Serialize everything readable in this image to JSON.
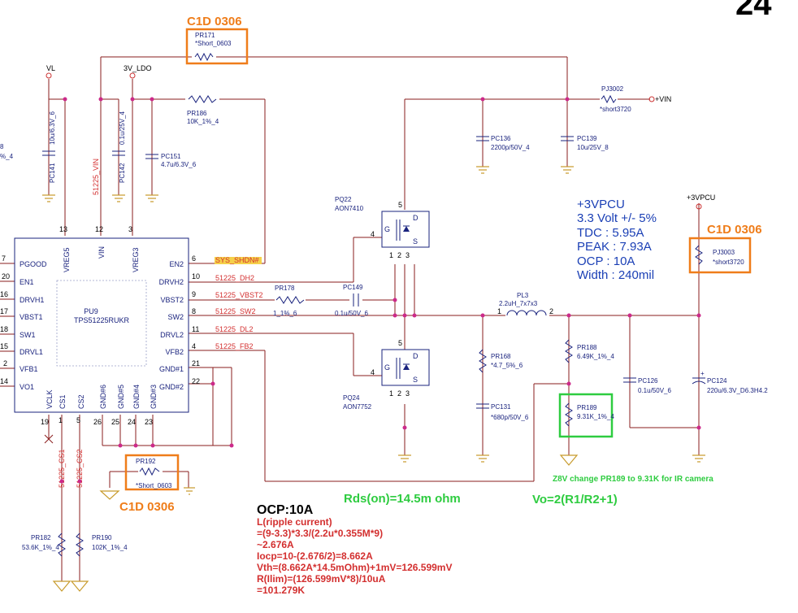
{
  "page_number": "24",
  "ic": {
    "ref": "PU9",
    "part": "TPS51225RUKR",
    "left_pins": [
      {
        "num": "7",
        "name": "PGOOD"
      },
      {
        "num": "20",
        "name": "EN1"
      },
      {
        "num": "16",
        "name": "DRVH1"
      },
      {
        "num": "17",
        "name": "VBST1"
      },
      {
        "num": "18",
        "name": "SW1"
      },
      {
        "num": "15",
        "name": "DRVL1"
      },
      {
        "num": "2",
        "name": "VFB1"
      },
      {
        "num": "14",
        "name": "VO1"
      }
    ],
    "right_pins": [
      {
        "num": "6",
        "name": "EN2"
      },
      {
        "num": "10",
        "name": "DRVH2"
      },
      {
        "num": "9",
        "name": "VBST2"
      },
      {
        "num": "8",
        "name": "SW2"
      },
      {
        "num": "11",
        "name": "DRVL2"
      },
      {
        "num": "4",
        "name": "VFB2"
      },
      {
        "num": "21",
        "name": "GND#1"
      },
      {
        "num": "22",
        "name": "GND#2"
      }
    ],
    "top_pins": [
      {
        "num": "13",
        "name": "VREG5"
      },
      {
        "num": "12",
        "name": "VIN"
      },
      {
        "num": "3",
        "name": "VREG3"
      }
    ],
    "bottom_pins": [
      {
        "num": "19",
        "name": "VCLK"
      },
      {
        "num": "1",
        "name": "CS1"
      },
      {
        "num": "5",
        "name": "CS2"
      },
      {
        "num": "26",
        "name": "GND#6"
      },
      {
        "num": "25",
        "name": "GND#5"
      },
      {
        "num": "24",
        "name": "GND#4"
      },
      {
        "num": "23",
        "name": "GND#3"
      }
    ]
  },
  "nets": {
    "sys_shdn": "SYS_SHDN#",
    "dh2": "51225_DH2",
    "vbst2": "51225_VBST2",
    "sw2": "51225_SW2",
    "dl2": "51225_DL2",
    "fb2": "51225_FB2",
    "vin": "51225_VIN",
    "cs1": "51225_CS1",
    "cs2": "51225_CS2",
    "vl": "VL",
    "ldo": "3V_LDO",
    "plus_vin": "+VIN",
    "vpcu": "+3VPCU"
  },
  "components": {
    "pr171": {
      "ref": "PR171",
      "value": "*Short_0603"
    },
    "pr186": {
      "ref": "PR186",
      "value": "10K_1%_4"
    },
    "pc141": {
      "ref": "PC141",
      "value": "10u/6.3V_6"
    },
    "pc142": {
      "ref": "PC142",
      "value": "0.1u/25V_4"
    },
    "pc151": {
      "ref": "PC151",
      "value": "4.7u/6.3V_6"
    },
    "pj3002": {
      "ref": "PJ3002",
      "value": "*short3720"
    },
    "pc136": {
      "ref": "PC136",
      "value": "2200p/50V_4"
    },
    "pc139": {
      "ref": "PC139",
      "value": "10u/25V_8"
    },
    "pq22": {
      "ref": "PQ22",
      "value": "AON7410"
    },
    "pq24": {
      "ref": "PQ24",
      "value": "AON7752"
    },
    "pr178": {
      "ref": "PR178",
      "value": "1_1%_6"
    },
    "pc149": {
      "ref": "PC149",
      "value": "0.1u/50V_6"
    },
    "pl3": {
      "ref": "PL3",
      "value": "2.2uH_7x7x3"
    },
    "pr168": {
      "ref": "PR168",
      "value": "*4.7_5%_6"
    },
    "pc131": {
      "ref": "PC131",
      "value": "*680p/50V_6"
    },
    "pr188": {
      "ref": "PR188",
      "value": "6.49K_1%_4"
    },
    "pr189": {
      "ref": "PR189",
      "value": "9.31K_1%_4"
    },
    "pc126": {
      "ref": "PC126",
      "value": "0.1u/50V_6"
    },
    "pc124": {
      "ref": "PC124",
      "value": "220u/6.3V_D6.3H4.2"
    },
    "pj3003": {
      "ref": "PJ3003",
      "value": "*short3720"
    },
    "pr192": {
      "ref": "PR192",
      "value": "*Short_0603"
    },
    "pr182": {
      "ref": "PR182",
      "value": "53.6K_1%_4"
    },
    "pr190": {
      "ref": "PR190",
      "value": "102K_1%_4"
    }
  },
  "left_cut": {
    "line1": "8",
    "line2": "%_4"
  },
  "annotations": {
    "c1d_label": "C1D 0306",
    "spec": [
      "+3VPCU",
      "3.3 Volt +/- 5%",
      "TDC : 5.95A",
      "PEAK : 7.93A",
      "OCP : 10A",
      "Width : 240mil"
    ],
    "rds_on": "Rds(on)=14.5m ohm",
    "vo_formula": "Vo=2(R1/R2+1)",
    "z8v_note": "Z8V change PR189 to 9.31K for IR camera",
    "ocp_title": "OCP:10A",
    "ocp_lines": [
      "L(ripple current)",
      "=(9-3.3)*3.3/(2.2u*0.355M*9)",
      "~2.676A",
      "Iocp=10-(2.676/2)=8.662A",
      "Vth=(8.662A*14.5mOhm)+1mV=126.599mV",
      "R(Ilim)=(126.599mV*8)/10uA",
      "=101.279K"
    ]
  },
  "colors": {
    "wire": "#8a1c1c",
    "component": "#1a237e",
    "net_label": "#d32f2f",
    "orange_box": "#ef7d1a",
    "green": "#2ecc40",
    "ground": "#c79a2a"
  }
}
